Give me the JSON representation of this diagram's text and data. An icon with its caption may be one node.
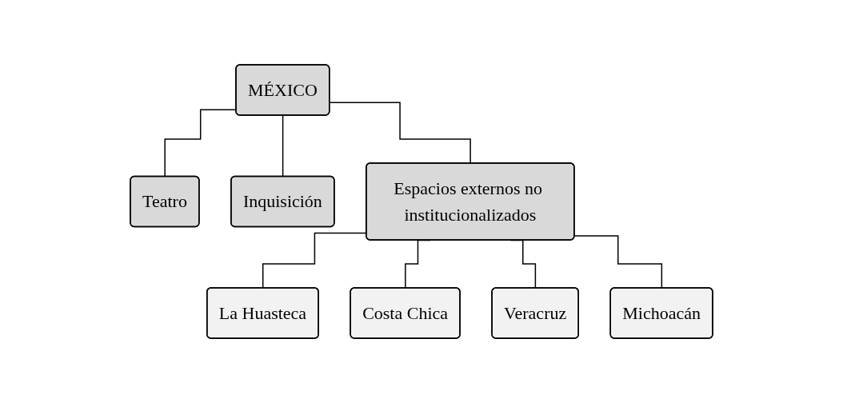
{
  "diagram": {
    "nodes": [
      {
        "text": [
          "MÉXICO"
        ]
      },
      {
        "text": [
          "Teatro"
        ]
      },
      {
        "text": [
          "Inquisición"
        ]
      },
      {
        "text": [
          "Espacios externos no institucionalizados"
        ]
      },
      {
        "text": [
          "La Huasteca"
        ]
      },
      {
        "text": [
          "Costa Chica"
        ]
      },
      {
        "text": [
          "Veracruz"
        ]
      },
      {
        "text": [
          "Michoacán"
        ]
      }
    ],
    "edges": [
      {
        "from": 0,
        "to": 1,
        "arrow": "none"
      },
      {
        "from": 0,
        "to": 2,
        "arrow": "none"
      },
      {
        "from": 0,
        "to": 3,
        "arrow": "none"
      },
      {
        "from": 3,
        "to": 4,
        "arrow": "none"
      },
      {
        "from": 3,
        "to": 5,
        "arrow": "none"
      },
      {
        "from": 3,
        "to": 6,
        "arrow": "none"
      },
      {
        "from": 3,
        "to": 7,
        "arrow": "none"
      }
    ]
  }
}
